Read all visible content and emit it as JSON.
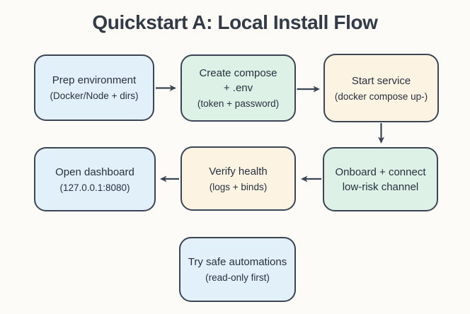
{
  "title": "Quickstart A: Local Install Flow",
  "colors": {
    "background": "#fcfbf8",
    "node_border": "#3c4554",
    "text": "#27303e",
    "blue_fill": "#e2f0fa",
    "green_fill": "#def1e6",
    "cream_fill": "#fdf3e3"
  },
  "nodes": [
    {
      "id": "prep-environment",
      "tone": "blue",
      "title": "Prep environment",
      "subtitle": "(Docker/Node + dirs)"
    },
    {
      "id": "create-compose",
      "tone": "green",
      "title": "Create compose\n+ .env",
      "subtitle": "(token + password)"
    },
    {
      "id": "start-service",
      "tone": "cream",
      "title": "Start service",
      "subtitle": "(docker compose up-)"
    },
    {
      "id": "onboard-connect",
      "tone": "green",
      "title": "Onboard + connect\nlow-risk channel",
      "subtitle": ""
    },
    {
      "id": "verify-health",
      "tone": "cream",
      "title": "Verify health",
      "subtitle": "(logs + binds)"
    },
    {
      "id": "open-dashboard",
      "tone": "blue",
      "title": "Open dashboard",
      "subtitle": "(127.0.0.1:8080)"
    },
    {
      "id": "try-automations",
      "tone": "blue",
      "title": "Try safe automations",
      "subtitle": "(read-only first)"
    }
  ],
  "edges": [
    {
      "from": "prep-environment",
      "to": "create-compose",
      "direction": "right"
    },
    {
      "from": "create-compose",
      "to": "start-service",
      "direction": "right"
    },
    {
      "from": "start-service",
      "to": "onboard-connect",
      "direction": "down"
    },
    {
      "from": "onboard-connect",
      "to": "verify-health",
      "direction": "left"
    },
    {
      "from": "verify-health",
      "to": "open-dashboard",
      "direction": "left"
    }
  ]
}
